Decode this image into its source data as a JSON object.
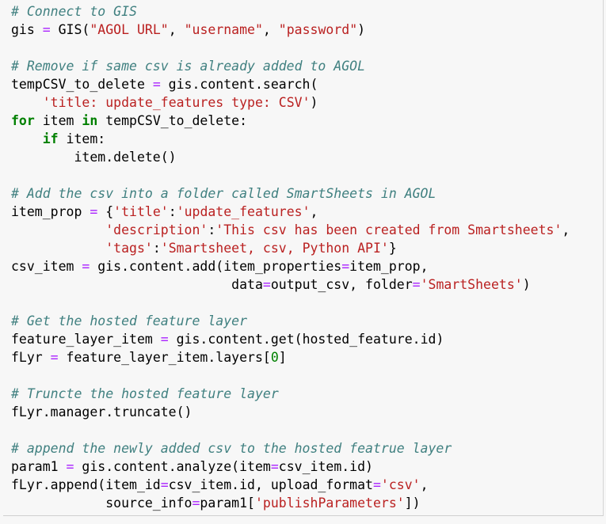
{
  "code_cell": {
    "lines": [
      [
        {
          "t": "comment",
          "v": "# Connect to GIS"
        }
      ],
      [
        {
          "t": "plain",
          "v": "gis "
        },
        {
          "t": "operator",
          "v": "="
        },
        {
          "t": "plain",
          "v": " GIS("
        },
        {
          "t": "string",
          "v": "\"AGOL URL\""
        },
        {
          "t": "plain",
          "v": ", "
        },
        {
          "t": "string",
          "v": "\"username\""
        },
        {
          "t": "plain",
          "v": ", "
        },
        {
          "t": "string",
          "v": "\"password\""
        },
        {
          "t": "plain",
          "v": ")"
        }
      ],
      [],
      [
        {
          "t": "comment",
          "v": "# Remove if same csv is already added to AGOL"
        }
      ],
      [
        {
          "t": "plain",
          "v": "tempCSV_to_delete "
        },
        {
          "t": "operator",
          "v": "="
        },
        {
          "t": "plain",
          "v": " gis.content.search("
        }
      ],
      [
        {
          "t": "plain",
          "v": "    "
        },
        {
          "t": "string",
          "v": "'title: update_features type: CSV'"
        },
        {
          "t": "plain",
          "v": ")"
        }
      ],
      [
        {
          "t": "keyword",
          "v": "for"
        },
        {
          "t": "plain",
          "v": " item "
        },
        {
          "t": "keyword",
          "v": "in"
        },
        {
          "t": "plain",
          "v": " tempCSV_to_delete:"
        }
      ],
      [
        {
          "t": "plain",
          "v": "    "
        },
        {
          "t": "keyword",
          "v": "if"
        },
        {
          "t": "plain",
          "v": " item:"
        }
      ],
      [
        {
          "t": "plain",
          "v": "        item.delete()"
        }
      ],
      [],
      [
        {
          "t": "comment",
          "v": "# Add the csv into a folder called SmartSheets in AGOL"
        }
      ],
      [
        {
          "t": "plain",
          "v": "item_prop "
        },
        {
          "t": "operator",
          "v": "="
        },
        {
          "t": "plain",
          "v": " {"
        },
        {
          "t": "string",
          "v": "'title'"
        },
        {
          "t": "plain",
          "v": ":"
        },
        {
          "t": "string",
          "v": "'update_features'"
        },
        {
          "t": "plain",
          "v": ","
        }
      ],
      [
        {
          "t": "plain",
          "v": "            "
        },
        {
          "t": "string",
          "v": "'description'"
        },
        {
          "t": "plain",
          "v": ":"
        },
        {
          "t": "string",
          "v": "'This csv has been created from Smartsheets'"
        },
        {
          "t": "plain",
          "v": ","
        }
      ],
      [
        {
          "t": "plain",
          "v": "            "
        },
        {
          "t": "string",
          "v": "'tags'"
        },
        {
          "t": "plain",
          "v": ":"
        },
        {
          "t": "string",
          "v": "'Smartsheet, csv, Python API'"
        },
        {
          "t": "plain",
          "v": "}"
        }
      ],
      [
        {
          "t": "plain",
          "v": "csv_item "
        },
        {
          "t": "operator",
          "v": "="
        },
        {
          "t": "plain",
          "v": " gis.content.add(item_properties"
        },
        {
          "t": "operator",
          "v": "="
        },
        {
          "t": "plain",
          "v": "item_prop,"
        }
      ],
      [
        {
          "t": "plain",
          "v": "                            data"
        },
        {
          "t": "operator",
          "v": "="
        },
        {
          "t": "plain",
          "v": "output_csv, folder"
        },
        {
          "t": "operator",
          "v": "="
        },
        {
          "t": "string",
          "v": "'SmartSheets'"
        },
        {
          "t": "plain",
          "v": ")"
        }
      ],
      [],
      [
        {
          "t": "comment",
          "v": "# Get the hosted feature layer"
        }
      ],
      [
        {
          "t": "plain",
          "v": "feature_layer_item "
        },
        {
          "t": "operator",
          "v": "="
        },
        {
          "t": "plain",
          "v": " gis.content.get(hosted_feature.id)"
        }
      ],
      [
        {
          "t": "plain",
          "v": "fLyr "
        },
        {
          "t": "operator",
          "v": "="
        },
        {
          "t": "plain",
          "v": " feature_layer_item.layers["
        },
        {
          "t": "number",
          "v": "0"
        },
        {
          "t": "plain",
          "v": "]"
        }
      ],
      [],
      [
        {
          "t": "comment",
          "v": "# Truncte the hosted feature layer"
        }
      ],
      [
        {
          "t": "plain",
          "v": "fLyr.manager.truncate()"
        }
      ],
      [],
      [
        {
          "t": "comment",
          "v": "# append the newly added csv to the hosted featrue layer"
        }
      ],
      [
        {
          "t": "plain",
          "v": "param1 "
        },
        {
          "t": "operator",
          "v": "="
        },
        {
          "t": "plain",
          "v": " gis.content.analyze(item"
        },
        {
          "t": "operator",
          "v": "="
        },
        {
          "t": "plain",
          "v": "csv_item.id)"
        }
      ],
      [
        {
          "t": "plain",
          "v": "fLyr.append(item_id"
        },
        {
          "t": "operator",
          "v": "="
        },
        {
          "t": "plain",
          "v": "csv_item.id, upload_format"
        },
        {
          "t": "operator",
          "v": "="
        },
        {
          "t": "string",
          "v": "'csv'"
        },
        {
          "t": "plain",
          "v": ","
        }
      ],
      [
        {
          "t": "plain",
          "v": "            source_info"
        },
        {
          "t": "operator",
          "v": "="
        },
        {
          "t": "plain",
          "v": "param1["
        },
        {
          "t": "string",
          "v": "'publishParameters'"
        },
        {
          "t": "plain",
          "v": "])"
        }
      ]
    ]
  },
  "colors": {
    "background": "#f7f7f7",
    "comment": "#408080",
    "string": "#ba2121",
    "keyword": "#008000",
    "operator": "#aa22ff",
    "number": "#008000"
  }
}
